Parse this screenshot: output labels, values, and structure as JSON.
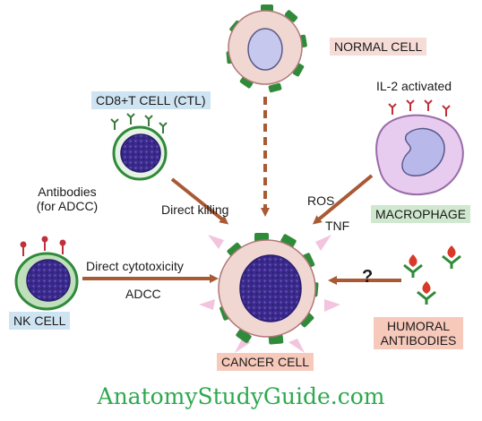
{
  "labels": {
    "normal_cell": "NORMAL CELL",
    "cd8_cell": "CD8+T CELL (CTL)",
    "il2_activated": "IL-2 activated",
    "antibodies_line1": "Antibodies",
    "antibodies_line2": "(for ADCC)",
    "direct_killing": "Direct killing",
    "ros": "ROS",
    "tnf": "TNF",
    "macrophage": "MACROPHAGE",
    "direct_cytotoxicity": "Direct cytotoxicity",
    "adcc": "ADCC",
    "nk_cell": "NK CELL",
    "question_mark": "?",
    "humoral_line1": "HUMORAL",
    "humoral_line2": "ANTIBODIES",
    "cancer_cell": "CANCER CELL"
  },
  "watermark": "AnatomyStudyGuide.com",
  "colors": {
    "arrow": "#a85a35",
    "cell_pink": "#f1d7d2",
    "cell_border": "#b07878",
    "nucleus_dark": "#3b2a8c",
    "receptor_green": "#2f8a3a",
    "watermark": "#2ea84f"
  }
}
